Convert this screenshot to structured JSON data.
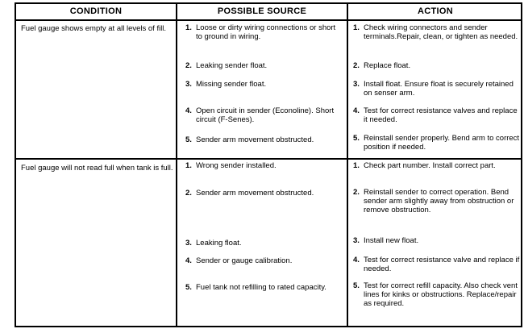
{
  "headers": {
    "condition": "CONDITION",
    "source": "POSSIBLE SOURCE",
    "action": "ACTION"
  },
  "rows": [
    {
      "condition": "Fuel gauge shows empty at all levels of fill.",
      "items": [
        {
          "num": "1.",
          "source": "Loose or dirty wiring connections or short to ground in wiring.",
          "action": "Check wiring connectors and sender terminals.Repair, clean, or tighten as needed."
        },
        {
          "num": "2.",
          "source": "Leaking sender float.",
          "action": "Replace float."
        },
        {
          "num": "3.",
          "source": "Missing sender float.",
          "action": "Install float. Ensure float is securely retained on senser arm."
        },
        {
          "num": "4.",
          "source": "Open circuit in sender (Econoline). Short circuit (F-Senes).",
          "action": "Test for correct resistance valves and replace it needed."
        },
        {
          "num": "5.",
          "source": "Sender arm movement obstructed.",
          "action": "Reinstall sender properly. Bend arm to correct position if needed."
        }
      ]
    },
    {
      "condition": "Fuel gauge will not read full when tank is full.",
      "items": [
        {
          "num": "1.",
          "source": "Wrong sender installed.",
          "action": "Check part number. Install correct part."
        },
        {
          "num": "2.",
          "source": "Sender arm movement obstructed.",
          "action": "Reinstall sender to correct operation. Bend sender arm slightly away from obstruction or remove obstruction."
        },
        {
          "num": "3.",
          "source": "Leaking float.",
          "action": "Install new float."
        },
        {
          "num": "4.",
          "source": "Sender or gauge calibration.",
          "action": "Test for correct resistance valve and replace if needed."
        },
        {
          "num": "5.",
          "source": "Fuel tank not refilling to rated capacity.",
          "action": "Test for correct refill capacity. Also check vent lines for kinks or obstructions. Replace/repair as required."
        }
      ]
    }
  ]
}
